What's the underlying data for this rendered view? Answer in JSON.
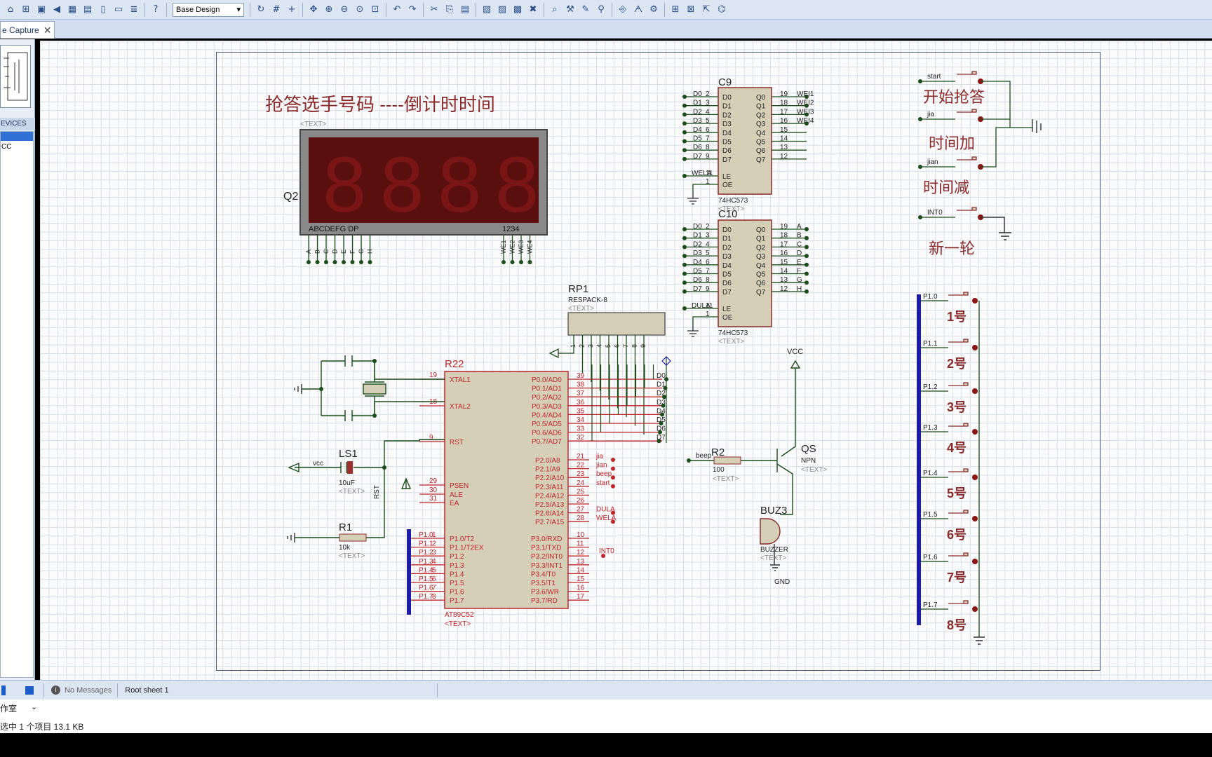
{
  "toolbar": {
    "design_select": "Base Design"
  },
  "tab": {
    "label": "e Capture",
    "close": "✕"
  },
  "panel": {
    "devices_header": "EVICES",
    "device_item": "CC"
  },
  "schematic": {
    "title_text": "抢答选手号码 ----倒计时时间",
    "text_placeholder": "<TEXT>",
    "q2": {
      "ref": "Q2",
      "pins_left": [
        "A",
        "B",
        "C",
        "D",
        "E",
        "F",
        "G",
        "H"
      ],
      "pins_right": [
        "WE1",
        "WE2",
        "WE3",
        "WE4"
      ],
      "bottom_left": "ABCDEFG  DP",
      "bottom_right": "1234",
      "digits": "8888"
    },
    "c9": {
      "ref": "C9",
      "part": "74HC573",
      "inputs": [
        "D0",
        "D1",
        "D2",
        "D3",
        "D4",
        "D5",
        "D6",
        "D7"
      ],
      "in_nums": [
        "2",
        "3",
        "4",
        "5",
        "6",
        "7",
        "8",
        "9"
      ],
      "outputs": [
        "Q0",
        "Q1",
        "Q2",
        "Q3",
        "Q4",
        "Q5",
        "Q6",
        "Q7"
      ],
      "out_nums": [
        "19",
        "18",
        "17",
        "16",
        "15",
        "14",
        "13",
        "12"
      ],
      "out_labels": [
        "WEI1",
        "WEI2",
        "WEI3",
        "WEI4",
        "",
        "",
        "",
        ""
      ],
      "le_label": "WELA",
      "le_num": "11",
      "oe_num": "1",
      "le": "LE",
      "oe": "OE"
    },
    "c10": {
      "ref": "C10",
      "part": "74HC573",
      "out_labels": [
        "A",
        "B",
        "C",
        "D",
        "E",
        "F",
        "G",
        "H"
      ],
      "le_label": "DULA"
    },
    "rp1": {
      "ref": "RP1",
      "part": "RESPACK-8",
      "pins": [
        "1",
        "2",
        "3",
        "4",
        "5",
        "6",
        "7",
        "8",
        "9"
      ]
    },
    "r22": {
      "ref": "R22",
      "part": "AT89C52",
      "left_pins": [
        [
          "19",
          "XTAL1"
        ],
        [
          "18",
          "XTAL2"
        ],
        [
          "9",
          "RST"
        ],
        [
          "29",
          "PSEN"
        ],
        [
          "30",
          "ALE"
        ],
        [
          "31",
          "EA"
        ]
      ],
      "p1_pins": [
        "P1.0/T2",
        "P1.1/T2EX",
        "P1.2",
        "P1.3",
        "P1.4",
        "P1.5",
        "P1.6",
        "P1.7"
      ],
      "p1_nums": [
        "1",
        "2",
        "3",
        "4",
        "5",
        "6",
        "7",
        "8"
      ],
      "p0_pins": [
        "P0.0/AD0",
        "P0.1/AD1",
        "P0.2/AD2",
        "P0.3/AD3",
        "P0.4/AD4",
        "P0.5/AD5",
        "P0.6/AD6",
        "P0.7/AD7"
      ],
      "p0_nums": [
        "39",
        "38",
        "37",
        "36",
        "35",
        "34",
        "33",
        "32"
      ],
      "p2_pins": [
        "P2.0/A8",
        "P2.1/A9",
        "P2.2/A10",
        "P2.3/A11",
        "P2.4/A12",
        "P2.5/A13",
        "P2.6/A14",
        "P2.7/A15"
      ],
      "p2_nums": [
        "21",
        "22",
        "23",
        "24",
        "25",
        "26",
        "27",
        "28"
      ],
      "p2_labels": [
        "jia",
        "jian",
        "beep",
        "start",
        "",
        "",
        "DULA",
        "WELA"
      ],
      "p3_pins": [
        "P3.0/RXD",
        "P3.1/TXD",
        "P3.2/INT0",
        "P3.3/INT1",
        "P3.4/T0",
        "P3.5/T1",
        "P3.6/WR",
        "P3.7/RD"
      ],
      "p3_nums": [
        "10",
        "11",
        "12",
        "13",
        "14",
        "15",
        "16",
        "17"
      ],
      "int0": "INT0"
    },
    "ls1": {
      "ref": "LS1",
      "value": "10uF",
      "vcc": "vcc",
      "rst": "RST"
    },
    "r1": {
      "ref": "R1",
      "value": "10k"
    },
    "r2": {
      "ref": "R2",
      "value": "100",
      "net": "beep"
    },
    "qs": {
      "ref": "QS",
      "part": "NPN"
    },
    "vcc": "VCC",
    "buz": {
      "ref": "BUZ3",
      "part": "BUZZER",
      "gnd": "GND"
    },
    "buttons": [
      {
        "net": "start",
        "text": "开始抢答"
      },
      {
        "net": "jia",
        "text": "时间加"
      },
      {
        "net": "jian",
        "text": "时间减"
      },
      {
        "net": "INT0",
        "text": "新一轮"
      }
    ],
    "players": [
      {
        "net": "P1.0",
        "text": "1号"
      },
      {
        "net": "P1.1",
        "text": "2号"
      },
      {
        "net": "P1.2",
        "text": "3号"
      },
      {
        "net": "P1.3",
        "text": "4号"
      },
      {
        "net": "P1.4",
        "text": "5号"
      },
      {
        "net": "P1.5",
        "text": "6号"
      },
      {
        "net": "P1.6",
        "text": "7号"
      },
      {
        "net": "P1.7",
        "text": "8号"
      }
    ]
  },
  "status": {
    "messages": "No Messages",
    "sheet": "Root sheet 1"
  },
  "explorer": {
    "folder": "作室",
    "info": "选中 1 个项目  13.1 KB"
  }
}
